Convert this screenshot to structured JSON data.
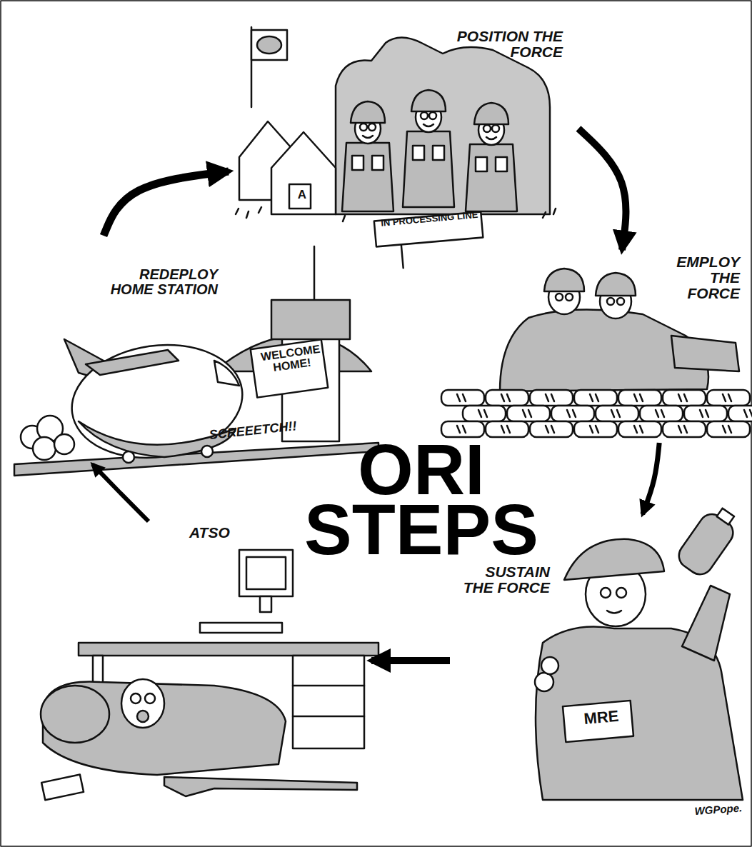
{
  "diagram": {
    "title": "ORI STEPS",
    "nodes": [
      {
        "text": [
          "POSITION THE FORCE"
        ]
      },
      {
        "text": [
          "EMPLOY THE FORCE"
        ]
      },
      {
        "text": [
          "SUSTAIN THE FORCE"
        ]
      },
      {
        "text": [
          "ATSO"
        ]
      },
      {
        "text": [
          "REDEPLOY HOME STATION"
        ]
      }
    ],
    "edges": [
      {
        "from": 0,
        "to": 1,
        "arrow": "to"
      },
      {
        "from": 1,
        "to": 2,
        "arrow": "to"
      },
      {
        "from": 2,
        "to": 3,
        "arrow": "to"
      },
      {
        "from": 3,
        "to": 4,
        "arrow": "to"
      },
      {
        "from": 4,
        "to": 0,
        "arrow": "to"
      }
    ],
    "labels": [
      "IN PROCESSING LINE",
      "A",
      "WELCOME HOME!",
      "SCREEETCH!!",
      "MRE",
      "WGPope."
    ]
  }
}
